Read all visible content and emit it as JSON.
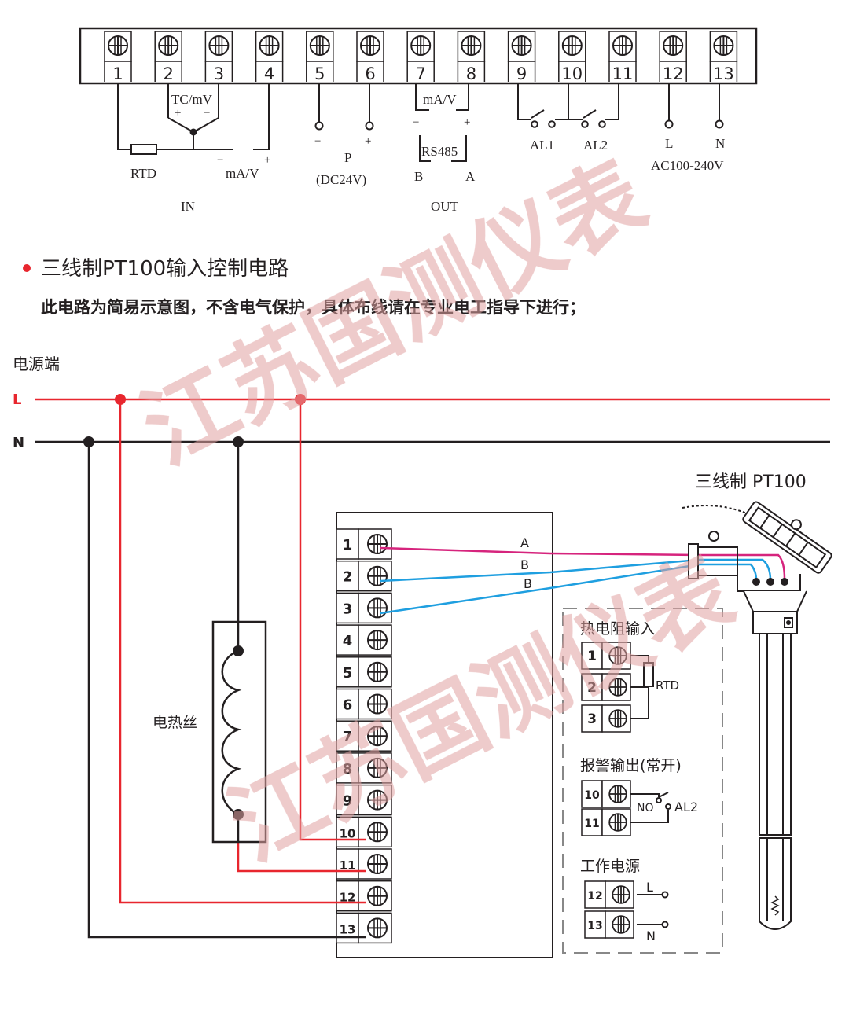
{
  "watermark": "江苏国测仪表",
  "top_diagram": {
    "terminals": [
      "1",
      "2",
      "3",
      "4",
      "5",
      "6",
      "7",
      "8",
      "9",
      "10",
      "11",
      "12",
      "13"
    ],
    "labels": {
      "tc_mv": "TC/mV",
      "tc_plus": "+",
      "tc_minus": "−",
      "rtd": "RTD",
      "in_ma_v": "mA/V",
      "in_minus": "−",
      "in_plus": "+",
      "in": "IN",
      "p_minus": "−",
      "p_plus": "+",
      "p": "P",
      "dc24v": "(DC24V)",
      "out_ma_v": "mA/V",
      "out_minus": "−",
      "out_plus": "+",
      "rs485": "RS485",
      "rs_b": "B",
      "rs_a": "A",
      "out": "OUT",
      "al1": "AL1",
      "al2": "AL2",
      "l": "L",
      "n": "N",
      "ac": "AC100-240V"
    }
  },
  "section": {
    "title": "三线制PT100输入控制电路",
    "note": "此电路为简易示意图，不含电气保护，具体布线请在专业电工指导下进行；"
  },
  "wiring": {
    "power_label": "电源端",
    "l": "L",
    "n": "N",
    "heater": "电热丝",
    "sensor_title": "三线制 PT100",
    "wire_a": "A",
    "wire_b1": "B",
    "wire_b2": "B",
    "terminals": [
      "1",
      "2",
      "3",
      "4",
      "5",
      "6",
      "7",
      "8",
      "9",
      "10",
      "11",
      "12",
      "13"
    ]
  },
  "legend": {
    "rtd_title": "热电阻输入",
    "rtd_terminals": [
      "1",
      "2",
      "3"
    ],
    "rtd": "RTD",
    "alarm_title": "报警输出(常开)",
    "alarm_terminals": [
      "10",
      "11"
    ],
    "no": "NO",
    "al2": "AL2",
    "power_title": "工作电源",
    "power_terminals": [
      "12",
      "13"
    ],
    "l": "L",
    "n": "N"
  },
  "colors": {
    "live": "#e8262e",
    "phase_wire": "#d6247d",
    "signal_wire": "#1f9fe0",
    "neutral": "#231f20",
    "bullet": "#e8262e",
    "watermark": "#e0a0a0"
  }
}
